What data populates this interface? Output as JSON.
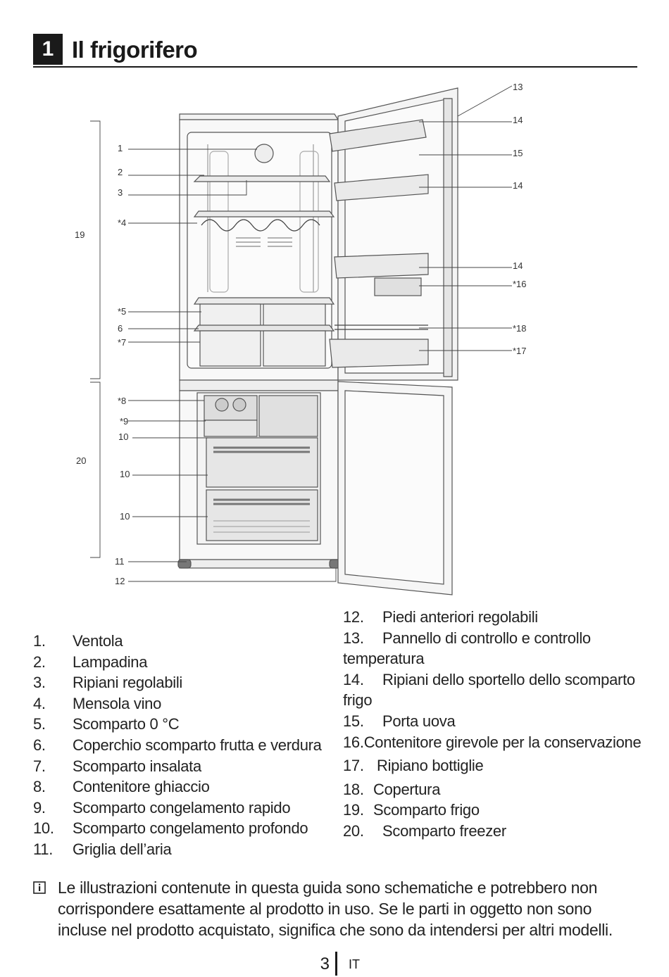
{
  "header": {
    "number": "1",
    "title": "Il frigorifero"
  },
  "diagram": {
    "labels": [
      "1",
      "2",
      "3",
      "*4",
      "19",
      "*5",
      "6",
      "*7",
      "*8",
      "*9",
      "10",
      "20",
      "10",
      "10",
      "11",
      "12",
      "13",
      "14",
      "15",
      "14",
      "14",
      "*16",
      "*18",
      "*17"
    ]
  },
  "parts_left": [
    {
      "num": "1.",
      "text": "Ventola"
    },
    {
      "num": "2.",
      "text": "Lampadina"
    },
    {
      "num": "3.",
      "text": "Ripiani regolabili"
    },
    {
      "num": "4.",
      "text": "Mensola vino"
    },
    {
      "num": "5.",
      "text": "Scomparto 0 °C"
    },
    {
      "num": "6.",
      "text": "Coperchio scomparto frutta e verdura"
    },
    {
      "num": "7.",
      "text": "Scomparto insalata"
    },
    {
      "num": "8.",
      "text": "Contenitore ghiaccio"
    },
    {
      "num": "9.",
      "text": "Scomparto congelamento rapido"
    },
    {
      "num": "10.",
      "text": "Scomparto congelamento profondo"
    },
    {
      "num": "11.",
      "text": "Griglia dell’aria"
    }
  ],
  "parts_right": [
    {
      "num": "12.",
      "text": "Piedi anteriori regolabili"
    },
    {
      "num": "13.",
      "text": "Pannello di controllo e controllo temperatura"
    },
    {
      "num": "14.",
      "text": "Ripiani dello sportello dello scomparto frigo"
    },
    {
      "num": "15.",
      "text": "Porta uova"
    },
    {
      "num": "16.",
      "text": "Contenitore girevole per la conservazione"
    },
    {
      "num": "17.",
      "text": "Ripiano bottiglie"
    },
    {
      "num": "18.",
      "text": "Copertura"
    },
    {
      "num": "19.",
      "text": "Scomparto frigo"
    },
    {
      "num": "20.",
      "text": "Scomparto freezer"
    }
  ],
  "note": "Le illustrazioni contenute in questa guida sono schematiche e potrebbero non corrispondere esattamente al prodotto in uso. Se le parti in oggetto non sono incluse nel prodotto acquistato, significa che sono da intendersi per altri modelli.",
  "footer": {
    "page": "3",
    "lang": "IT"
  }
}
